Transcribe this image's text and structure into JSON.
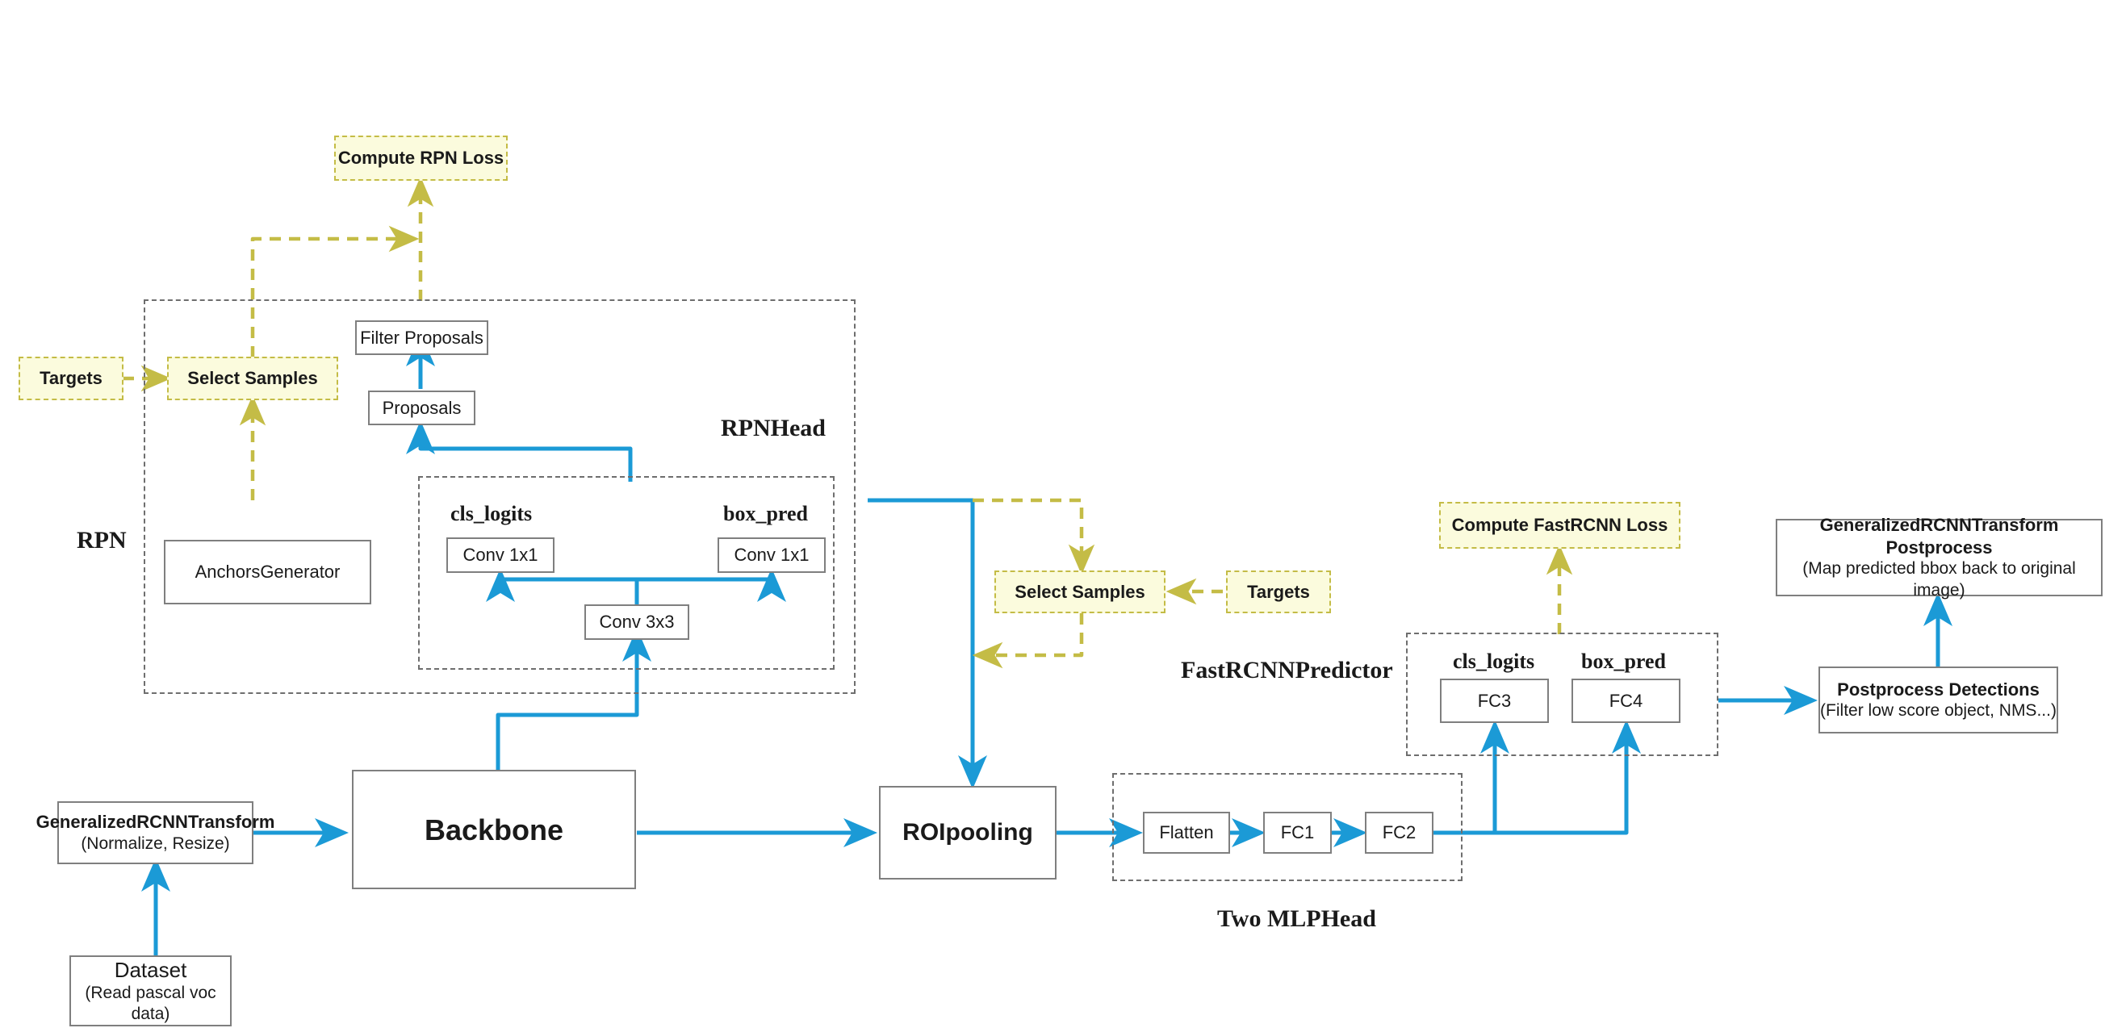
{
  "diagram": {
    "title": "Faster R-CNN architecture flow",
    "colors": {
      "flow_blue": "#1b9ad6",
      "loss_yellow": "#c4bc46",
      "loss_fill": "#fbfbdd",
      "box_border": "#7f7f7f",
      "group_border": "#6e6e6e",
      "text": "#1a1a1a",
      "background": "#ffffff"
    },
    "groups": [
      {
        "id": "rpn",
        "label": "RPN"
      },
      {
        "id": "rpnhead",
        "label": "RPNHead"
      },
      {
        "id": "mlphead",
        "label": "Two MLPHead"
      },
      {
        "id": "fastrcnn",
        "label": "FastRCNNPredictor"
      }
    ],
    "nodes": {
      "compute_rpn_loss": {
        "label": "Compute RPN Loss",
        "kind": "loss"
      },
      "targets_rpn": {
        "label": "Targets",
        "kind": "loss"
      },
      "select_samples_rpn": {
        "label": "Select Samples",
        "kind": "loss"
      },
      "filter_proposals": {
        "label": "Filter Proposals",
        "kind": "solid"
      },
      "proposals": {
        "label": "Proposals",
        "kind": "solid"
      },
      "anchors_generator": {
        "label": "AnchorsGenerator",
        "kind": "solid"
      },
      "rpn_cls_logits": {
        "label": "cls_logits",
        "kind": "serif-label"
      },
      "rpn_box_pred": {
        "label": "box_pred",
        "kind": "serif-label"
      },
      "conv1x1_cls": {
        "label": "Conv 1x1",
        "kind": "solid"
      },
      "conv1x1_box": {
        "label": "Conv 1x1",
        "kind": "solid"
      },
      "conv3x3": {
        "label": "Conv 3x3",
        "kind": "solid"
      },
      "transform_in": {
        "label": "GeneralizedRCNNTransform",
        "sub": "(Normalize, Resize)",
        "kind": "solid"
      },
      "dataset": {
        "label": "Dataset",
        "sub": "(Read pascal voc data)",
        "kind": "solid"
      },
      "backbone": {
        "label": "Backbone",
        "kind": "solid"
      },
      "roipooling": {
        "label": "ROIpooling",
        "kind": "solid"
      },
      "flatten": {
        "label": "Flatten",
        "kind": "solid"
      },
      "fc1": {
        "label": "FC1",
        "kind": "solid"
      },
      "fc2": {
        "label": "FC2",
        "kind": "solid"
      },
      "select_samples_frc": {
        "label": "Select Samples",
        "kind": "loss"
      },
      "targets_frc": {
        "label": "Targets",
        "kind": "loss"
      },
      "compute_frc_loss": {
        "label": "Compute FastRCNN Loss",
        "kind": "loss"
      },
      "frc_cls_logits": {
        "label": "cls_logits",
        "kind": "serif-label"
      },
      "frc_box_pred": {
        "label": "box_pred",
        "kind": "serif-label"
      },
      "fc3": {
        "label": "FC3",
        "kind": "solid"
      },
      "fc4": {
        "label": "FC4",
        "kind": "solid"
      },
      "postprocess_det": {
        "label": "Postprocess Detections",
        "sub": "(Filter low score object,  NMS...)",
        "kind": "solid"
      },
      "transform_out": {
        "label": "GeneralizedRCNNTransform    Postprocess",
        "sub": "(Map predicted bbox back to original image)",
        "kind": "solid"
      }
    },
    "edges": [
      {
        "from": "dataset",
        "to": "transform_in",
        "style": "solid-blue"
      },
      {
        "from": "transform_in",
        "to": "backbone",
        "style": "solid-blue"
      },
      {
        "from": "backbone",
        "to": "conv3x3",
        "style": "solid-blue"
      },
      {
        "from": "backbone",
        "to": "roipooling",
        "style": "solid-blue"
      },
      {
        "from": "conv3x3",
        "to": "conv1x1_cls",
        "style": "solid-blue"
      },
      {
        "from": "conv3x3",
        "to": "conv1x1_box",
        "style": "solid-blue"
      },
      {
        "from": "rpnhead",
        "to": "proposals",
        "style": "solid-blue"
      },
      {
        "from": "rpnhead",
        "to": "anchors_generator",
        "style": "solid-blue"
      },
      {
        "from": "proposals",
        "to": "filter_proposals",
        "style": "solid-blue"
      },
      {
        "from": "rpnhead",
        "to": "roipooling",
        "style": "solid-blue"
      },
      {
        "from": "roipooling",
        "to": "flatten",
        "style": "solid-blue"
      },
      {
        "from": "flatten",
        "to": "fc1",
        "style": "solid-blue"
      },
      {
        "from": "fc1",
        "to": "fc2",
        "style": "solid-blue"
      },
      {
        "from": "fc2",
        "to": "fc3",
        "style": "solid-blue"
      },
      {
        "from": "fc2",
        "to": "fc4",
        "style": "solid-blue"
      },
      {
        "from": "fastrcnn",
        "to": "postprocess_det",
        "style": "solid-blue"
      },
      {
        "from": "postprocess_det",
        "to": "transform_out",
        "style": "solid-blue"
      },
      {
        "from": "targets_rpn",
        "to": "select_samples_rpn",
        "style": "dashed-yellow"
      },
      {
        "from": "anchors_generator",
        "to": "select_samples_rpn",
        "style": "dashed-yellow"
      },
      {
        "from": "select_samples_rpn",
        "to": "compute_rpn_loss",
        "style": "dashed-yellow"
      },
      {
        "from": "rpnhead",
        "to": "compute_rpn_loss",
        "style": "dashed-yellow"
      },
      {
        "from": "targets_frc",
        "to": "select_samples_frc",
        "style": "dashed-yellow"
      },
      {
        "from": "proposals_flow",
        "to": "select_samples_frc",
        "style": "dashed-yellow"
      },
      {
        "from": "select_samples_frc",
        "to": "roipooling_flow",
        "style": "dashed-yellow"
      },
      {
        "from": "fastrcnn",
        "to": "compute_frc_loss",
        "style": "dashed-yellow"
      }
    ]
  }
}
